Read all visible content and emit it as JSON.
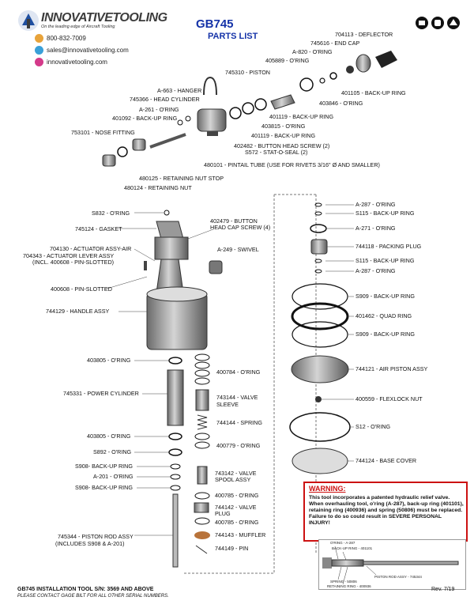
{
  "header": {
    "brand_name": "INNOVATIVETOOLING",
    "tagline": "On the leading edge of Aircraft Tooling",
    "phone": "800-832-7009",
    "email": "sales@innovativetooling.com",
    "website": "innovativetooling.com",
    "title": "GB745",
    "subtitle": "PARTS LIST"
  },
  "parts_top": [
    "704113 - DEFLECTOR",
    "745616 - END CAP",
    "A-820 - O'RING",
    "405889 - O'RING",
    "745310 - PISTON",
    "401105 - BACK-UP RING",
    "403846 - O'RING",
    "A-663 - HANGER",
    "745366 - HEAD CYLINDER",
    "A-261 - O'RING",
    "401092 - BACK-UP RING",
    "401119 - BACK-UP RING",
    "403815 - O'RING",
    "401119 - BACK-UP RING",
    "753101 - NOSE FITTING",
    "402482 - BUTTON HEAD SCREW (2)",
    "S572 - STAT-O-SEAL (2)",
    "480101 - PINTAIL TUBE (USE FOR RIVETS 3/16\" Ø AND SMALLER)",
    "480125 - RETAINING NUT STOP",
    "480124 - RETAINING NUT"
  ],
  "parts_left": [
    "S832 - O'RING",
    "745124 - GASKET",
    "402479 - BUTTON",
    "HEAD CAP SCREW (4)",
    "704130 - ACTUATOR ASSY-AIR",
    "704343 - ACTUATOR LEVER ASSY",
    "(INCL. 400608 - PIN-SLOTTED)",
    "A-249 - SWIVEL",
    "400608 - PIN-SLOTTED",
    "744129 - HANDLE ASSY",
    "403805 - O'RING",
    "400784 - O'RING",
    "745331 - POWER CYLINDER",
    "743144 - VALVE",
    "SLEEVE",
    "744144 - SPRING",
    "403805 - O'RING",
    "400779 - O'RING",
    "S892 - O'RING",
    "S908- BACK-UP RING",
    "743142 - VALVE",
    "SPOOL ASSY",
    "A-201 - O'RING",
    "S908- BACK-UP RING",
    "400785 - O'RING",
    "744142 - VALVE",
    "PLUG",
    "400785 - O'RING",
    "745344 - PISTON ROD ASSY",
    "(INCLUDES S908 & A-201)",
    "744143 - MUFFLER",
    "744149 - PIN"
  ],
  "parts_right": [
    "A-287 - O'RING",
    "S115 - BACK-UP RING",
    "A-271 - O'RING",
    "744118 - PACKING PLUG",
    "S115 - BACK-UP RING",
    "A-287 - O'RING",
    "S909 - BACK-UP RING",
    "401462 - QUAD RING",
    "S909 - BACK-UP RING",
    "744121 - AIR PISTON ASSY",
    "400559 - FLEXLOCK NUT",
    "S12 - O'RING",
    "744124 - BASE COVER"
  ],
  "warning": {
    "heading": "WARNING:",
    "text": "This tool incorporates a patented hydraulic relief valve. When overhauling tool, o'ring (A-287), back-up ring (401101), retaining ring (400936) and spring (50806) must be replaced. Failure to do so could result in SEVERE PERSONAL INJURY!"
  },
  "inset_labels": [
    "O'RING - A-287",
    "BACK-UP RING - 401101",
    "PISTON ROD ASSY - 745344",
    "SPRING - 50806",
    "RETAINING RING - 400936"
  ],
  "footer": {
    "line1": "GB745 INSTALLATION TOOL S/N: 3569 AND ABOVE",
    "line2": "PLEASE CONTACT GAGE BILT FOR ALL OTHER SERIAL NUMBERS.",
    "rev": "Rev. 7/19"
  },
  "colors": {
    "brand_blue": "#1533a8",
    "warning_red": "#cc1111",
    "phone_icon": "#e8a33a",
    "email_icon": "#3aa0d8",
    "web_icon": "#d43a8a"
  }
}
